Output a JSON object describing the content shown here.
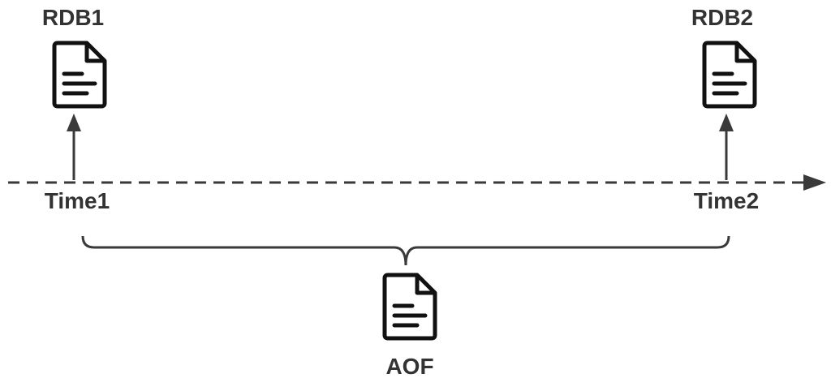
{
  "snapshots": [
    {
      "label": "RDB1",
      "time_label": "Time1"
    },
    {
      "label": "RDB2",
      "time_label": "Time2"
    }
  ],
  "log": {
    "label": "AOF"
  },
  "colors": {
    "line": "#3a3a3a",
    "text": "#333333",
    "icon": "#111111",
    "background": "#ffffff"
  },
  "icons": {
    "snapshot_file": "document-icon",
    "log_file": "document-icon"
  }
}
